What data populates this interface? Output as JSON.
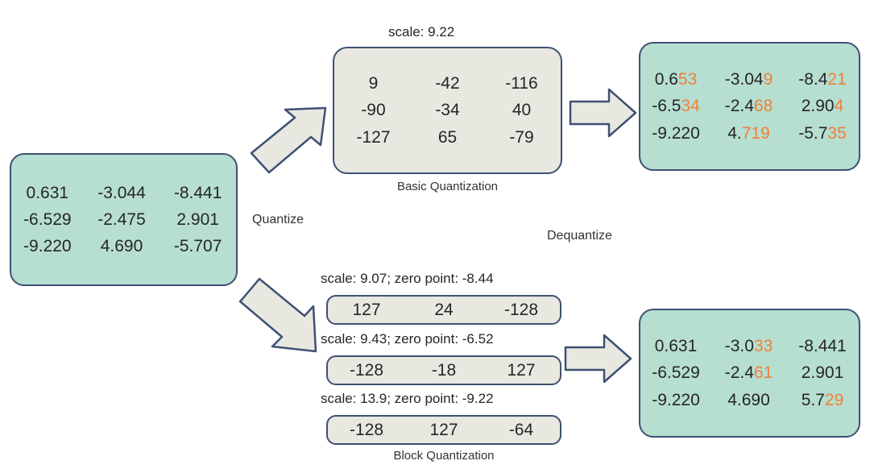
{
  "diagram": {
    "title_caption_basic": "Basic Quantization",
    "title_caption_block": "Block Quantization",
    "label_quantize": "Quantize",
    "label_dequantize": "Dequantize",
    "colors": {
      "teal_fill": "#b6ded1",
      "beige_fill": "#e8e8e1",
      "border": "#3e5172",
      "error_digits": "#ef8136",
      "text": "#262626"
    }
  },
  "input_matrix": {
    "rows": [
      [
        "0.631",
        "-3.044",
        "-8.441"
      ],
      [
        "-6.529",
        "-2.475",
        "2.901"
      ],
      [
        "-9.220",
        "4.690",
        "-5.707"
      ]
    ]
  },
  "basic_quant": {
    "scale_label": "scale: 9.22",
    "rows": [
      [
        "9",
        "-42",
        "-116"
      ],
      [
        "-90",
        "-34",
        "40"
      ],
      [
        "-127",
        "65",
        "-79"
      ]
    ]
  },
  "basic_dequant": {
    "rows": [
      [
        {
          "ok": "0.6",
          "err": "53"
        },
        {
          "ok": "-3.04",
          "err": "9"
        },
        {
          "ok": "-8.4",
          "err": "21"
        }
      ],
      [
        {
          "ok": "-6.5",
          "err": "34"
        },
        {
          "ok": "-2.4",
          "err": "68"
        },
        {
          "ok": "2.90",
          "err": "4"
        }
      ],
      [
        {
          "ok": "-9.220",
          "err": ""
        },
        {
          "ok": "4.",
          "err": "719"
        },
        {
          "ok": "-5.7",
          "err": "35"
        }
      ]
    ]
  },
  "block_quant": {
    "blocks": [
      {
        "scale_label": "scale: 9.07; zero point: -8.44",
        "values": [
          "127",
          "24",
          "-128"
        ]
      },
      {
        "scale_label": "scale: 9.43; zero point: -6.52",
        "values": [
          "-128",
          "-18",
          "127"
        ]
      },
      {
        "scale_label": "scale: 13.9; zero point: -9.22",
        "values": [
          "-128",
          "127",
          "-64"
        ]
      }
    ]
  },
  "block_dequant": {
    "rows": [
      [
        {
          "ok": "0.631",
          "err": ""
        },
        {
          "ok": "-3.0",
          "err": "33"
        },
        {
          "ok": "-8.441",
          "err": ""
        }
      ],
      [
        {
          "ok": "-6.529",
          "err": ""
        },
        {
          "ok": "-2.4",
          "err": "61"
        },
        {
          "ok": "2.901",
          "err": ""
        }
      ],
      [
        {
          "ok": "-9.220",
          "err": ""
        },
        {
          "ok": "4.690",
          "err": ""
        },
        {
          "ok": "5.7",
          "err": "29"
        }
      ]
    ]
  }
}
